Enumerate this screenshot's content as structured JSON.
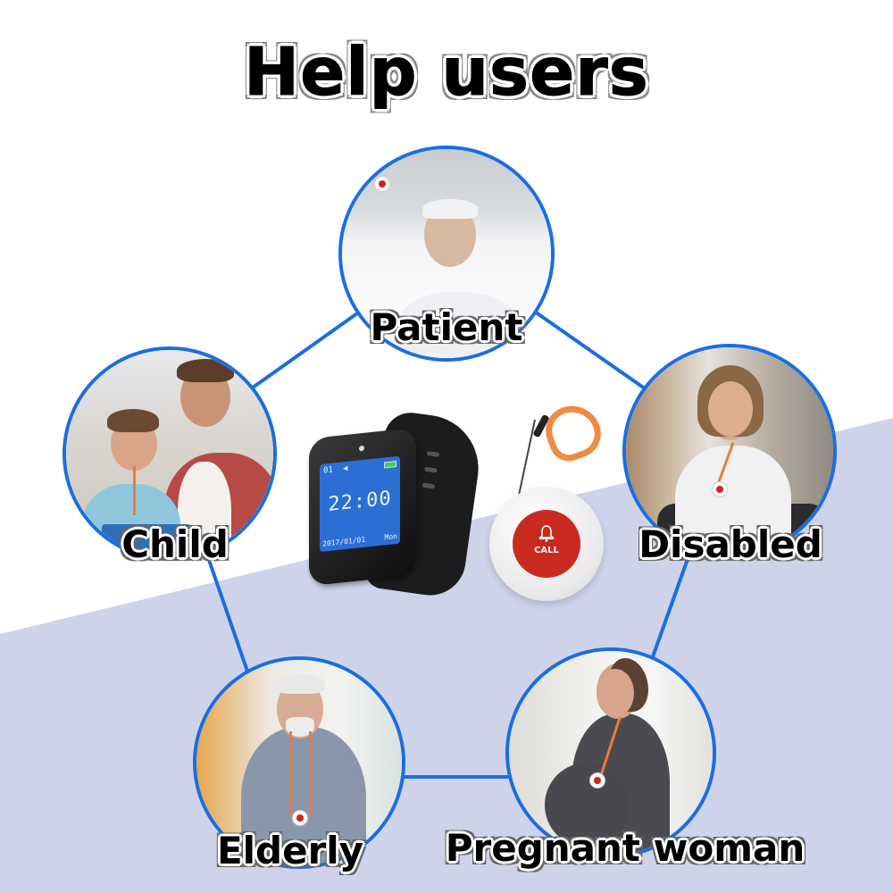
{
  "title": "Help users",
  "colors": {
    "accent_blue": "#1a6ee0",
    "background_upper": "#ffffff",
    "background_lower": "#cfd3ea",
    "call_red": "#c92a1f",
    "lanyard_orange": "#f08a45",
    "watch_screen_blue": "#2c6fd4"
  },
  "user_groups": [
    {
      "id": "patient",
      "label": "Patient",
      "icon": "patient-photo"
    },
    {
      "id": "child",
      "label": "Child",
      "icon": "child-photo"
    },
    {
      "id": "disabled",
      "label": "Disabled",
      "icon": "disabled-photo"
    },
    {
      "id": "elderly",
      "label": "Elderly",
      "icon": "elderly-photo"
    },
    {
      "id": "pregnant",
      "label": "Pregnant woman",
      "icon": "pregnant-woman-photo"
    }
  ],
  "products": {
    "watch": {
      "name": "pager-watch",
      "screen_channel": "01",
      "screen_time": "22:00",
      "screen_date": "2017/01/01",
      "screen_day": "Mon"
    },
    "call_button": {
      "name": "call-button-pendant",
      "label": "CALL",
      "icon": "bell-icon"
    }
  }
}
